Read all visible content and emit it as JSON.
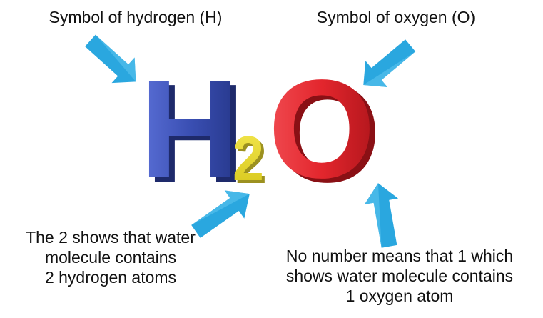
{
  "formula": {
    "element_1": "H",
    "subscript": "2",
    "element_2": "O"
  },
  "labels": {
    "hydrogen_symbol": "Symbol of hydrogen (H)",
    "oxygen_symbol": "Symbol of oxygen (O)"
  },
  "notes": {
    "subscript_lines": [
      "The 2 shows that water",
      "molecule contains",
      "2 hydrogen atoms"
    ],
    "oxygen_lines": [
      "No number means that 1 which",
      "shows water molecule contains",
      "1 oxygen atom"
    ]
  },
  "colors": {
    "hydrogen_letter": "#3a4fb3",
    "subscript_digit": "#e8d92a",
    "oxygen_letter": "#e3262d",
    "arrow": "#2aa7df",
    "text": "#111111"
  },
  "icons": [
    "arrow-to-hydrogen-icon",
    "arrow-to-oxygen-icon",
    "arrow-to-subscript-icon",
    "arrow-to-oxygen-count-icon"
  ]
}
